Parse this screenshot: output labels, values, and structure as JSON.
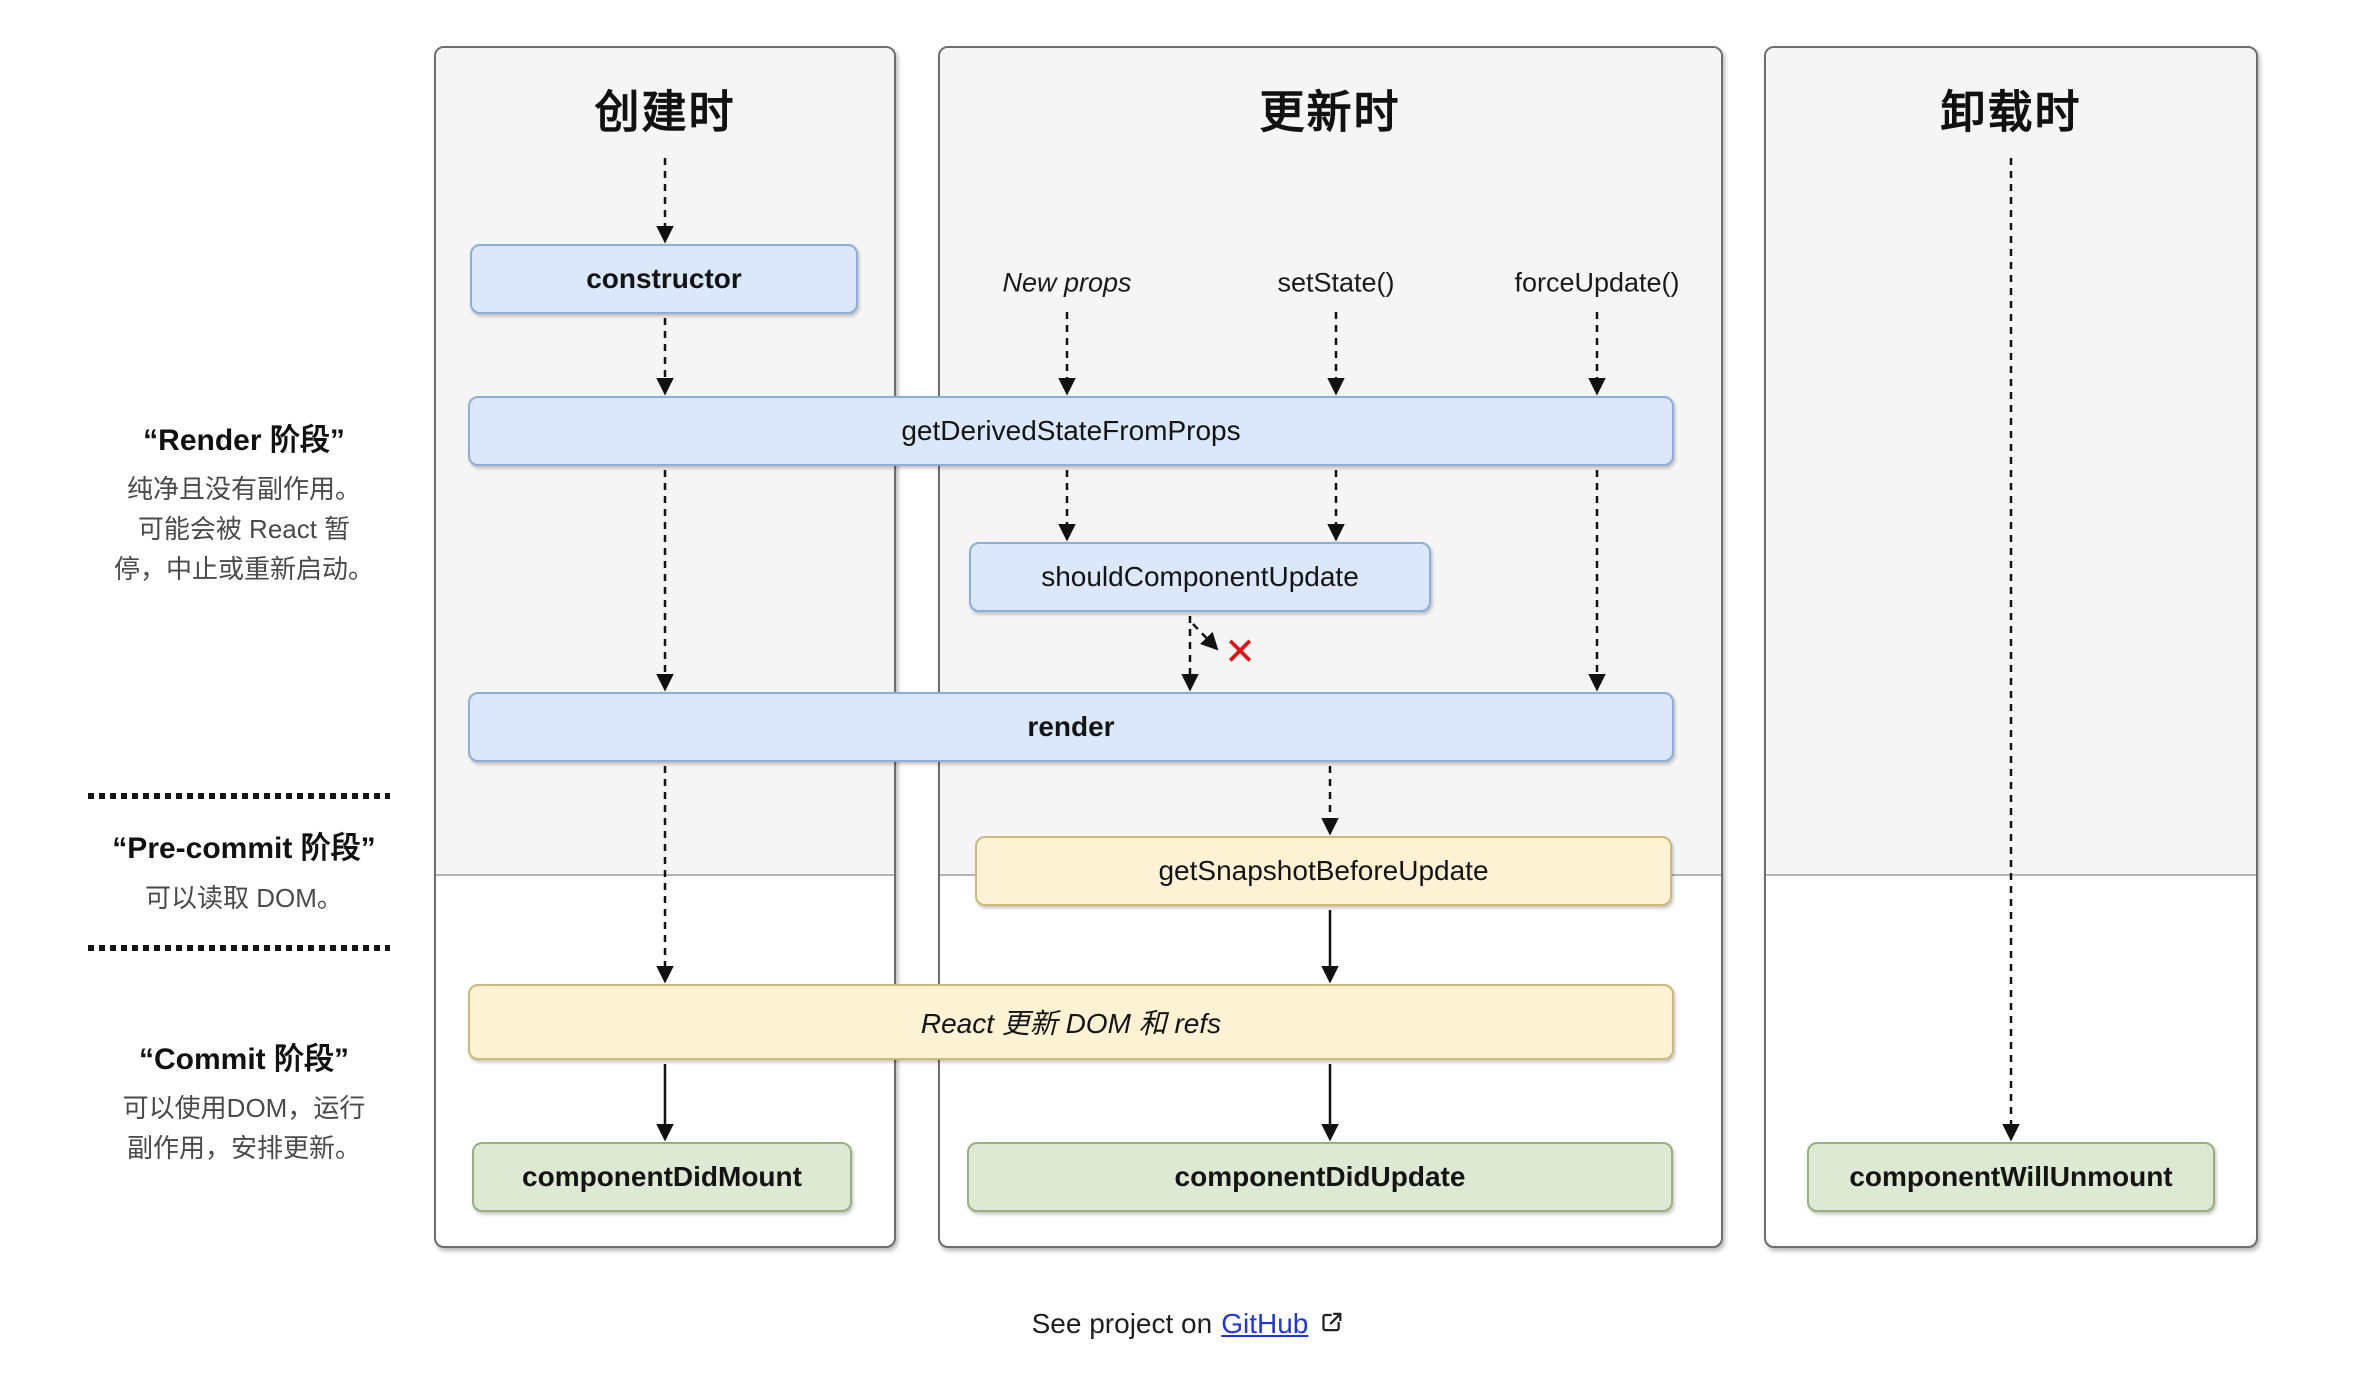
{
  "columns": {
    "mounting": {
      "title": "创建时"
    },
    "updating": {
      "title": "更新时",
      "sources": [
        "New props",
        "setState()",
        "forceUpdate()"
      ]
    },
    "unmounting": {
      "title": "卸载时"
    }
  },
  "phases": {
    "render": {
      "title": "“Render 阶段”",
      "desc_lines": [
        "纯净且没有副作用。",
        "可能会被 React 暂",
        "停，中止或重新启动。"
      ]
    },
    "pre_commit": {
      "title": "“Pre-commit 阶段”",
      "desc_lines": [
        "可以读取 DOM。"
      ]
    },
    "commit": {
      "title": "“Commit 阶段”",
      "desc_lines": [
        "可以使用DOM，运行",
        "副作用，安排更新。"
      ]
    }
  },
  "methods": {
    "constructor": "constructor",
    "getDerivedStateFromProps": "getDerivedStateFromProps",
    "shouldComponentUpdate": "shouldComponentUpdate",
    "render": "render",
    "getSnapshotBeforeUpdate": "getSnapshotBeforeUpdate",
    "react_updates_dom": "React 更新 DOM 和 refs",
    "componentDidMount": "componentDidMount",
    "componentDidUpdate": "componentDidUpdate",
    "componentWillUnmount": "componentWillUnmount"
  },
  "symbols": {
    "blocked_x": "✕"
  },
  "footer": {
    "prefix": "See project on",
    "link_label": "GitHub"
  },
  "colors": {
    "method_blue_bg": "#dbe8fb",
    "method_blue_border": "#8fadda",
    "commit_yellow_bg": "#fdf3d4",
    "commit_yellow_border": "#cbb97b",
    "lifecycle_green_bg": "#dde9d2",
    "lifecycle_green_border": "#98b07f",
    "column_bg": "#f5f5f5",
    "column_border": "#6e6e6e",
    "link_blue": "#2037e0",
    "blocked_red": "#e01212"
  }
}
